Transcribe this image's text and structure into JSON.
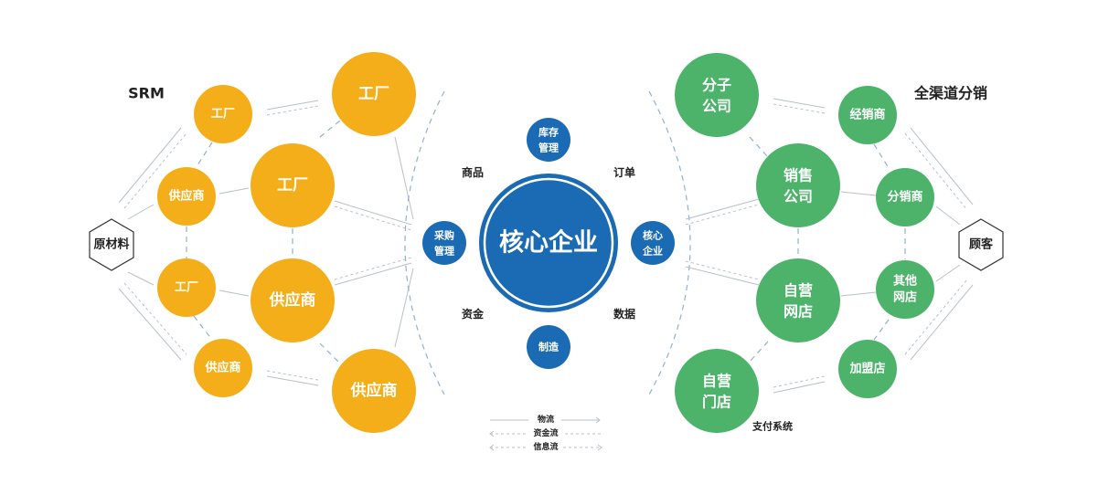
{
  "titles": {
    "left": "SRM",
    "right": "全渠道分销",
    "payment": "支付系统"
  },
  "left_end": "原材料",
  "right_end": "顾客",
  "left_nodes": [
    "工厂",
    "工厂",
    "供应商",
    "工厂",
    "工厂",
    "供应商",
    "供应商",
    "供应商"
  ],
  "right_nodes": [
    [
      "分子",
      "公司"
    ],
    "经销商",
    [
      "销售",
      "公司"
    ],
    "分销商",
    [
      "自营",
      "网店"
    ],
    [
      "其他",
      "网店"
    ],
    "加盟店",
    [
      "自营",
      "门店"
    ]
  ],
  "core": {
    "title": "核心企业",
    "satellites": [
      [
        "库存",
        "管理"
      ],
      [
        "采购",
        "管理"
      ],
      [
        "核心",
        "企业"
      ],
      "制造"
    ],
    "labels": [
      "商品",
      "订单",
      "资金",
      "数据"
    ]
  },
  "legend": [
    "物流",
    "资金流",
    "信息流"
  ],
  "colors": {
    "supply": "#f4ae1a",
    "distribution": "#4db36b",
    "core": "#1a6ab4"
  }
}
